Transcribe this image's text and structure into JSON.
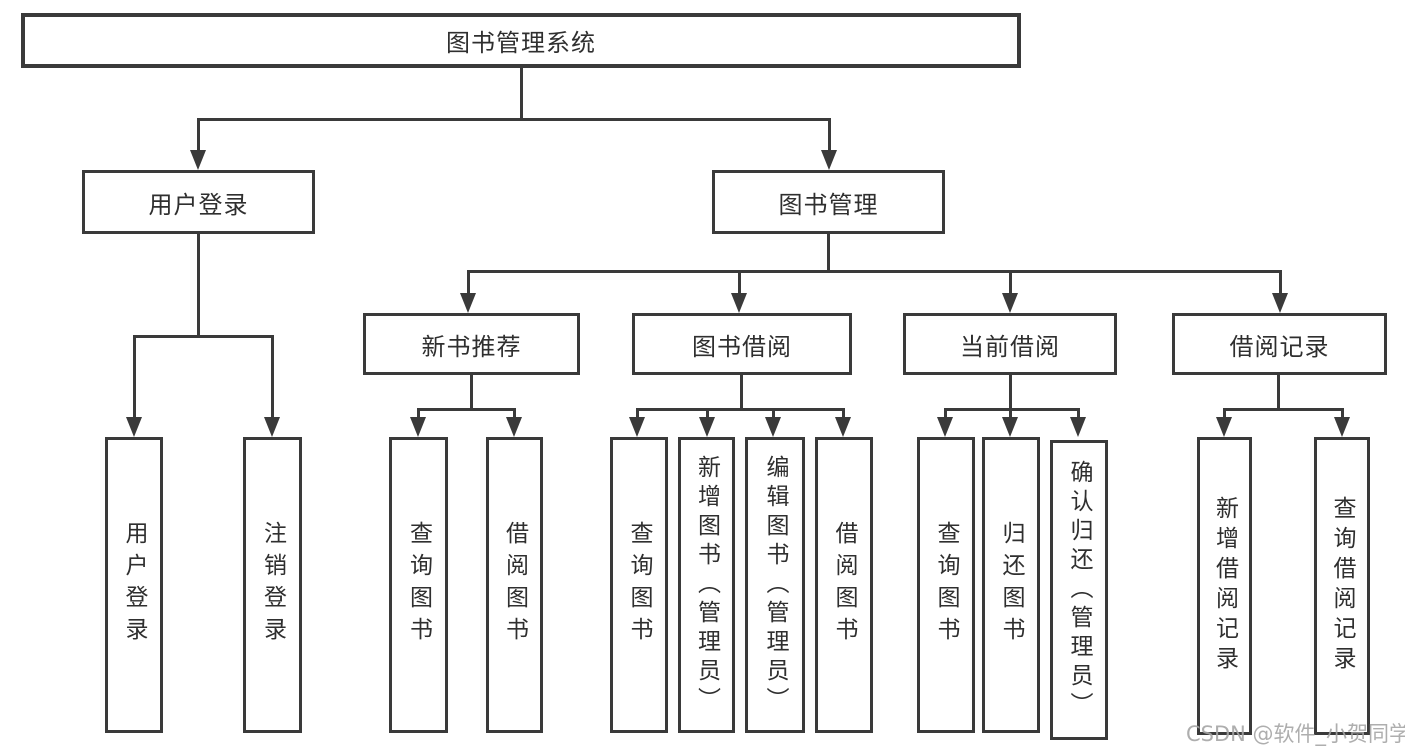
{
  "nodes": {
    "root": "图书管理系统",
    "user_login": "用户登录",
    "book_management": "图书管理",
    "new_book_recommend": "新书推荐",
    "book_borrow": "图书借阅",
    "current_borrow": "当前借阅",
    "borrow_records": "借阅记录",
    "login": "用户登录",
    "logout": "注销登录",
    "rec_query_books": "查询图书",
    "rec_borrow_books": "借阅图书",
    "bor_query_books": "查询图书",
    "bor_add_books": "新增图书（管理员）",
    "bor_edit_books": "编辑图书（管理员）",
    "bor_borrow_books": "借阅图书",
    "cur_query_books": "查询图书",
    "cur_return_books": "归还图书",
    "cur_confirm_return": "确认归还（管理员）",
    "recs_add_record": "新增借阅记录",
    "recs_query_record": "查询借阅记录"
  },
  "watermark": "CSDN @软件_小贺同学",
  "colors": {
    "line": "#3a3a3a",
    "text": "#2f2f2f",
    "background": "#ffffff",
    "watermark": "#a5a5a5"
  }
}
